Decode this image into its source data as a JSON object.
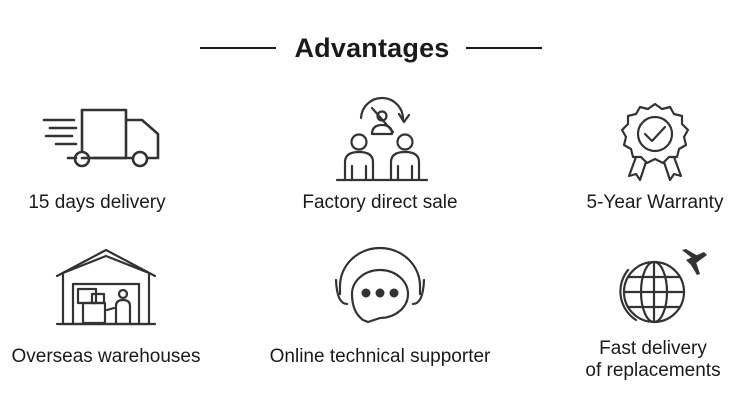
{
  "header": {
    "title": "Advantages"
  },
  "features": [
    {
      "icon": "delivery-truck-icon",
      "label": "15 days delivery"
    },
    {
      "icon": "factory-direct-sale-icon",
      "label": "Factory direct sale"
    },
    {
      "icon": "warranty-badge-icon",
      "label": "5-Year Warranty"
    },
    {
      "icon": "warehouse-icon",
      "label": "Overseas warehouses"
    },
    {
      "icon": "headset-chat-icon",
      "label": "Online technical supporter"
    },
    {
      "icon": "globe-airplane-icon",
      "label_line1": "Fast delivery",
      "label_line2": "of replacements"
    }
  ],
  "colors": {
    "text": "#1a1a1a",
    "icon_stroke": "#333333",
    "background": "#ffffff"
  }
}
